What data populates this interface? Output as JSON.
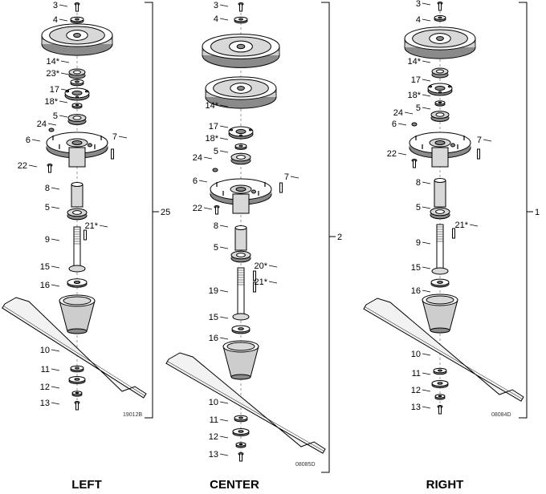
{
  "assemblies": [
    {
      "label": "LEFT",
      "assembly_number": "25",
      "drawing_code": "19012B",
      "callouts": [
        "3",
        "4",
        "14*",
        "23*",
        "17",
        "18*",
        "5",
        "24",
        "6",
        "7",
        "22",
        "8",
        "5",
        "21*",
        "9",
        "15",
        "16",
        "10",
        "11",
        "12",
        "13"
      ]
    },
    {
      "label": "CENTER",
      "assembly_number": "2",
      "drawing_code": "08085D",
      "callouts": [
        "3",
        "4",
        "14*",
        "17",
        "18*",
        "5",
        "24",
        "6",
        "7",
        "22",
        "8",
        "5",
        "20*",
        "21*",
        "19",
        "15",
        "16",
        "10",
        "11",
        "12",
        "13"
      ]
    },
    {
      "label": "RIGHT",
      "assembly_number": "1",
      "drawing_code": "08084D",
      "callouts": [
        "3",
        "4",
        "14*",
        "17",
        "18*",
        "5",
        "24",
        "6",
        "7",
        "22",
        "8",
        "5",
        "21*",
        "9",
        "15",
        "16",
        "10",
        "11",
        "12",
        "13"
      ]
    }
  ]
}
